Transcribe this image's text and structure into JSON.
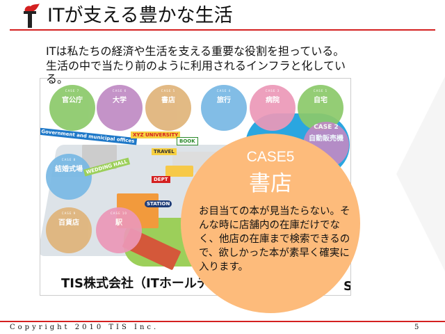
{
  "header": {
    "title": "ITが支える豊かな生活"
  },
  "intro": {
    "lines": [
      "ITは私たちの経済や生活を支える重要な役割を担っている。",
      "生活の中で当たり前のように利用されるインフラと化してい",
      "る。"
    ]
  },
  "infographic": {
    "cases": [
      {
        "num": "CASE 7",
        "name": "官公庁",
        "color": "#8cc96a"
      },
      {
        "num": "CASE 6",
        "name": "大学",
        "color": "#c08ac4"
      },
      {
        "num": "CASE 5",
        "name": "書店",
        "color": "#e0b47a"
      },
      {
        "num": "CASE 4",
        "name": "旅行",
        "color": "#78b8e4"
      },
      {
        "num": "CASE 3",
        "name": "病院",
        "color": "#ec98b8"
      },
      {
        "num": "CASE 1",
        "name": "自宅",
        "color": "#8cc96a"
      },
      {
        "num": "CASE 2",
        "name": "自動販売機",
        "color": "#c08ac4"
      },
      {
        "num": "CASE 8",
        "name": "結婚式場",
        "color": "#78b8e4"
      },
      {
        "num": "CASE 9",
        "name": "百貨店",
        "color": "#e0b47a"
      },
      {
        "num": "CASE 10",
        "name": "駅",
        "color": "#ec98b8"
      }
    ],
    "signs": {
      "gov": "Government and municipal offices",
      "univ": "XYZ UNIVERSITY",
      "book": "BOOK",
      "travel": "TRAVEL",
      "wedding": "WEDDING HALL",
      "station": "STATION",
      "dept": "DEPT"
    },
    "company": "TIS株式会社（ITホールディ",
    "company_end": "S"
  },
  "callout": {
    "label": "CASE5",
    "title": "書店",
    "desc": "お目当ての本が見当たらない。そんな時に店舗内の在庫だけでなく、他店の在庫まで検索できるので、欲しかった本が素早く確実に入ります。"
  },
  "footer": {
    "copyright": "Copyright 2010 TIS Inc.",
    "page": "5"
  }
}
